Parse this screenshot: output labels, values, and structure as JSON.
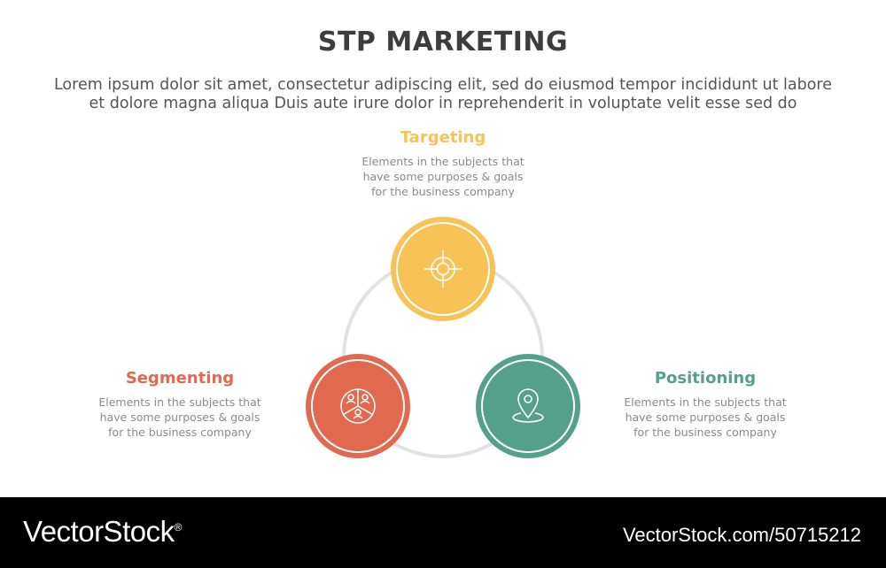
{
  "title": "STP MARKETING",
  "subtitle": {
    "line1": "Lorem ipsum dolor sit amet, consectetur adipiscing elit, sed do eiusmod tempor incididunt ut labore",
    "line2": "et dolore magna aliqua Duis aute irure dolor in reprehenderit in voluptate velit esse sed do"
  },
  "items": [
    {
      "label": "Targeting",
      "color": "#f7c357",
      "icon": "target-crosshair-icon",
      "desc": [
        "Elements in the subjects that",
        "have  some purposes & goals",
        "for the  business company"
      ]
    },
    {
      "label": "Segmenting",
      "color": "#e06950",
      "icon": "segmented-people-icon",
      "desc": [
        "Elements in the subjects that",
        "have  some purposes & goals",
        "for the  business company"
      ]
    },
    {
      "label": "Positioning",
      "color": "#55a08a",
      "icon": "location-pin-icon",
      "desc": [
        "Elements in the subjects that",
        "have  some purposes & goals",
        "for the  business company"
      ]
    }
  ],
  "connector_color": "#e2e2e2",
  "footer": {
    "brand": "VectorStock",
    "brand_symbol": "®",
    "url": "VectorStock.com/50715212"
  }
}
